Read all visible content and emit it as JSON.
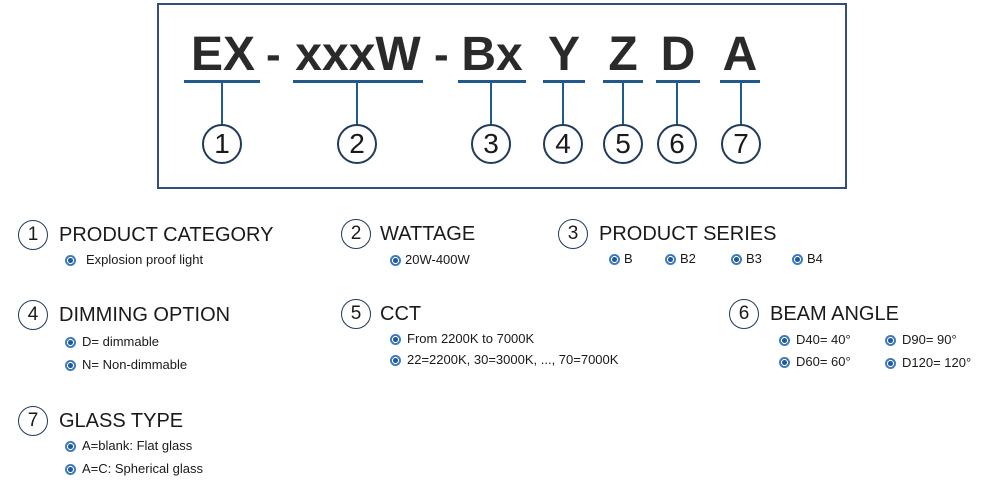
{
  "code": {
    "segments": [
      "EX",
      "xxxW",
      "Bx",
      "Y",
      "Z",
      "D",
      "A"
    ],
    "separator": "-",
    "numbers": [
      "1",
      "2",
      "3",
      "4",
      "5",
      "6",
      "7"
    ]
  },
  "legend": {
    "product_category": {
      "num": "1",
      "title": "PRODUCT CATEGORY",
      "items": [
        "Explosion proof light"
      ]
    },
    "wattage": {
      "num": "2",
      "title": "WATTAGE",
      "items": [
        "20W-400W"
      ]
    },
    "product_series": {
      "num": "3",
      "title": "PRODUCT SERIES",
      "items": [
        "B",
        "B2",
        "B3",
        "B4"
      ]
    },
    "dimming_option": {
      "num": "4",
      "title": "DIMMING OPTION",
      "items": [
        "D= dimmable",
        "N= Non-dimmable"
      ]
    },
    "cct": {
      "num": "5",
      "title": "CCT",
      "items": [
        "From 2200K to 7000K",
        "22=2200K, 30=3000K, ..., 70=7000K"
      ]
    },
    "beam_angle": {
      "num": "6",
      "title": "BEAM ANGLE",
      "items": [
        "D40= 40°",
        "D90= 90°",
        "D60= 60°",
        "D120= 120°"
      ]
    },
    "glass_type": {
      "num": "7",
      "title": "GLASS TYPE",
      "items": [
        "A=blank: Flat glass",
        "A=C: Spherical glass"
      ]
    }
  },
  "colors": {
    "border": "#34507a",
    "line": "#1f5a8a",
    "bullet": "#3c7bc0",
    "text": "#1a1a1a"
  },
  "icons": {
    "bullet": "bullet-diamond-icon"
  }
}
